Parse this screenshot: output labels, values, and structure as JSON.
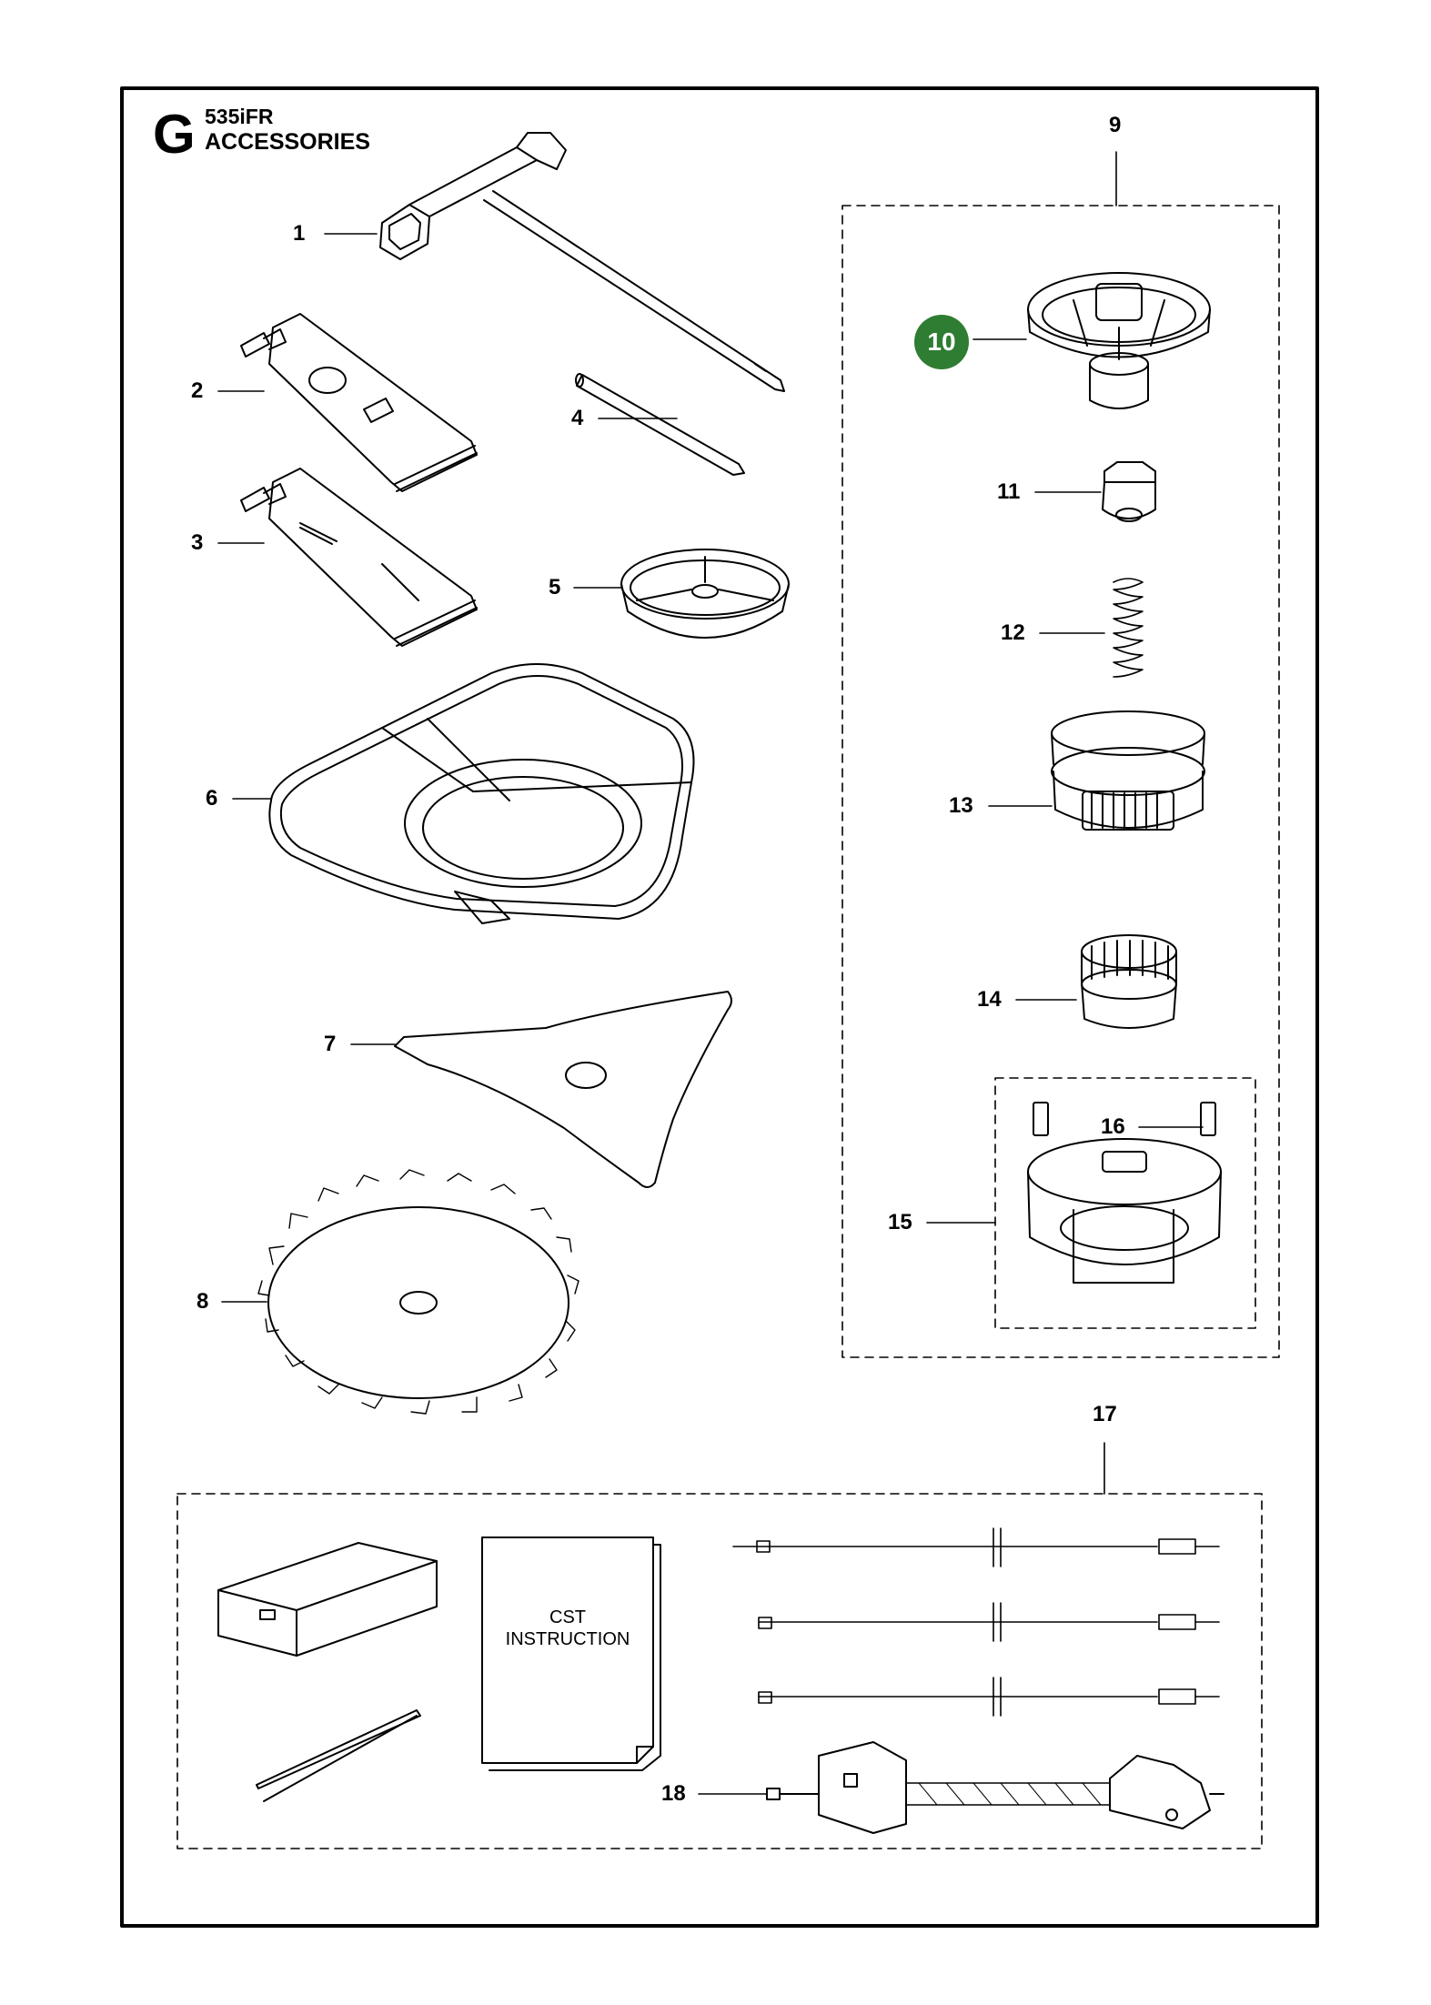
{
  "header": {
    "section_letter": "G",
    "model": "535iFR",
    "title": "ACCESSORIES"
  },
  "highlight_color": "#2e7d32",
  "callouts": {
    "c1": "1",
    "c2": "2",
    "c3": "3",
    "c4": "4",
    "c5": "5",
    "c6": "6",
    "c7": "7",
    "c8": "8",
    "c9": "9",
    "c10": "10",
    "c11": "11",
    "c12": "12",
    "c13": "13",
    "c14": "14",
    "c15": "15",
    "c16": "16",
    "c17": "17",
    "c18": "18"
  },
  "booklet": {
    "line1": "CST",
    "line2": "INSTRUCTION"
  },
  "parts": [
    {
      "number": "1",
      "icon": "combination-spanner-icon"
    },
    {
      "number": "2",
      "icon": "grease-tube-icon"
    },
    {
      "number": "3",
      "icon": "grease-tube-icon"
    },
    {
      "number": "4",
      "icon": "pin-icon"
    },
    {
      "number": "5",
      "icon": "support-cup-icon"
    },
    {
      "number": "6",
      "icon": "blade-guard-icon"
    },
    {
      "number": "7",
      "icon": "grass-blade-icon"
    },
    {
      "number": "8",
      "icon": "saw-blade-icon"
    },
    {
      "number": "9",
      "icon": "trimmer-head-kit-icon"
    },
    {
      "number": "10",
      "icon": "trimmer-base-icon",
      "highlighted": true
    },
    {
      "number": "11",
      "icon": "nut-icon"
    },
    {
      "number": "12",
      "icon": "spring-icon"
    },
    {
      "number": "13",
      "icon": "spool-icon"
    },
    {
      "number": "14",
      "icon": "knob-icon"
    },
    {
      "number": "15",
      "icon": "cover-icon"
    },
    {
      "number": "16",
      "icon": "eyelet-icon"
    },
    {
      "number": "17",
      "icon": "service-kit-icon"
    },
    {
      "number": "18",
      "icon": "cable-icon"
    }
  ]
}
